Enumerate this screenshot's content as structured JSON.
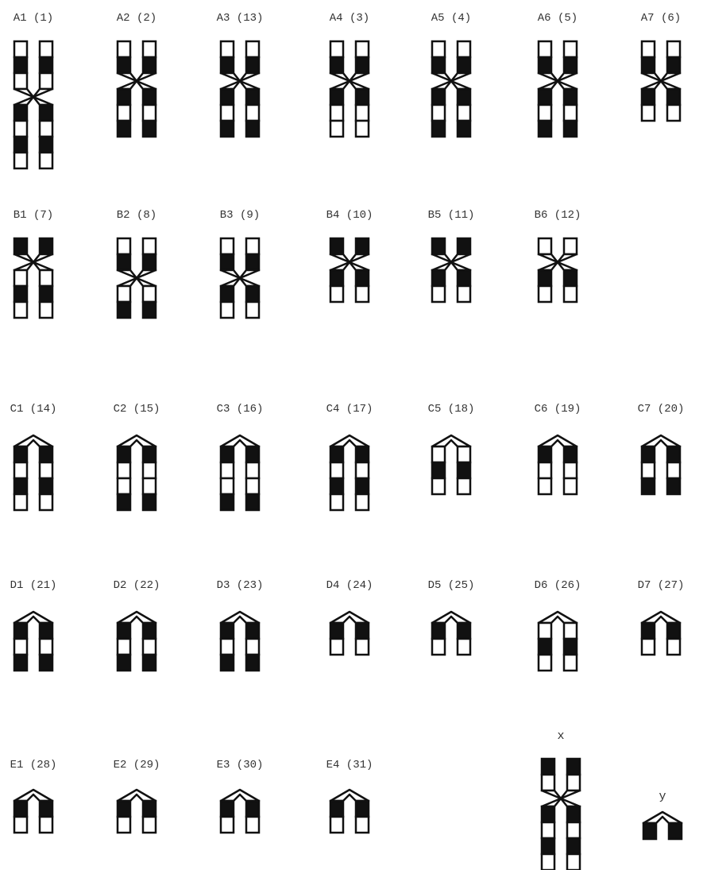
{
  "rows": [
    {
      "group": "A",
      "chromosomes": [
        {
          "label": "A1 (1)",
          "type": "x",
          "arms": [
            3,
            4
          ],
          "bands": [
            [
              0,
              1,
              0
            ],
            [
              1,
              0,
              1,
              0
            ]
          ]
        },
        {
          "label": "A2 (2)",
          "type": "x",
          "arms": [
            2,
            3
          ],
          "bands": [
            [
              0,
              1
            ],
            [
              1,
              0,
              1
            ]
          ]
        },
        {
          "label": "A3 (13)",
          "type": "x",
          "arms": [
            2,
            3
          ],
          "bands": [
            [
              0,
              1
            ],
            [
              1,
              0,
              1
            ]
          ]
        },
        {
          "label": "A4 (3)",
          "type": "x",
          "arms": [
            2,
            3
          ],
          "bands": [
            [
              0,
              1
            ],
            [
              1,
              0,
              0
            ]
          ]
        },
        {
          "label": "A5 (4)",
          "type": "x",
          "arms": [
            2,
            3
          ],
          "bands": [
            [
              0,
              1
            ],
            [
              1,
              0,
              1
            ]
          ]
        },
        {
          "label": "A6 (5)",
          "type": "x",
          "arms": [
            2,
            3
          ],
          "bands": [
            [
              0,
              1
            ],
            [
              1,
              0,
              1
            ]
          ]
        },
        {
          "label": "A7 (6)",
          "type": "x",
          "arms": [
            2,
            2
          ],
          "bands": [
            [
              0,
              1
            ],
            [
              1,
              0
            ]
          ]
        }
      ]
    },
    {
      "group": "B",
      "chromosomes": [
        {
          "label": "B1 (7)",
          "type": "x",
          "arms": [
            1,
            3
          ],
          "bands": [
            [
              1
            ],
            [
              0,
              1,
              0
            ]
          ]
        },
        {
          "label": "B2 (8)",
          "type": "x",
          "arms": [
            2,
            2
          ],
          "bands": [
            [
              0,
              1
            ],
            [
              0,
              1
            ]
          ]
        },
        {
          "label": "B3 (9)",
          "type": "x",
          "arms": [
            2,
            2
          ],
          "bands": [
            [
              0,
              1
            ],
            [
              1,
              0
            ]
          ]
        },
        {
          "label": "B4 (10)",
          "type": "x",
          "arms": [
            1,
            2
          ],
          "bands": [
            [
              1
            ],
            [
              1,
              0
            ]
          ]
        },
        {
          "label": "B5 (11)",
          "type": "x",
          "arms": [
            1,
            2
          ],
          "bands": [
            [
              1
            ],
            [
              1,
              0
            ]
          ]
        },
        {
          "label": "B6 (12)",
          "type": "x",
          "arms": [
            1,
            2
          ],
          "bands": [
            [
              0
            ],
            [
              1,
              0
            ]
          ]
        }
      ]
    },
    {
      "group": "C",
      "chromosomes": [
        {
          "label": "C1 (14)",
          "type": "u",
          "arms": [
            4
          ],
          "bands": [
            [
              1,
              0,
              1,
              0
            ]
          ]
        },
        {
          "label": "C2 (15)",
          "type": "u",
          "arms": [
            4
          ],
          "bands": [
            [
              1,
              0,
              0,
              1
            ]
          ]
        },
        {
          "label": "C3 (16)",
          "type": "u",
          "arms": [
            4
          ],
          "bands": [
            [
              1,
              0,
              0,
              1
            ]
          ]
        },
        {
          "label": "C4 (17)",
          "type": "u",
          "arms": [
            4
          ],
          "bands": [
            [
              1,
              0,
              1,
              0
            ]
          ]
        },
        {
          "label": "C5 (18)",
          "type": "u",
          "arms": [
            3
          ],
          "bands": [
            [
              0,
              1,
              0
            ]
          ]
        },
        {
          "label": "C6 (19)",
          "type": "u",
          "arms": [
            3
          ],
          "bands": [
            [
              1,
              0,
              0
            ]
          ]
        },
        {
          "label": "C7 (20)",
          "type": "u",
          "arms": [
            3
          ],
          "bands": [
            [
              1,
              0,
              1
            ]
          ]
        }
      ]
    },
    {
      "group": "D",
      "chromosomes": [
        {
          "label": "D1 (21)",
          "type": "u",
          "arms": [
            3
          ],
          "bands": [
            [
              1,
              0,
              1
            ]
          ]
        },
        {
          "label": "D2 (22)",
          "type": "u",
          "arms": [
            3
          ],
          "bands": [
            [
              1,
              0,
              1
            ]
          ]
        },
        {
          "label": "D3 (23)",
          "type": "u",
          "arms": [
            3
          ],
          "bands": [
            [
              1,
              0,
              1
            ]
          ]
        },
        {
          "label": "D4 (24)",
          "type": "u",
          "arms": [
            2
          ],
          "bands": [
            [
              1,
              0
            ]
          ]
        },
        {
          "label": "D5 (25)",
          "type": "u",
          "arms": [
            2
          ],
          "bands": [
            [
              1,
              0
            ]
          ]
        },
        {
          "label": "D6 (26)",
          "type": "u",
          "arms": [
            3
          ],
          "bands": [
            [
              0,
              1,
              0
            ]
          ]
        },
        {
          "label": "D7 (27)",
          "type": "u",
          "arms": [
            2
          ],
          "bands": [
            [
              1,
              0
            ]
          ]
        }
      ]
    },
    {
      "group": "E",
      "chromosomes": [
        {
          "label": "E1 (28)",
          "type": "u",
          "arms": [
            2
          ],
          "bands": [
            [
              1,
              0
            ]
          ]
        },
        {
          "label": "E2 (29)",
          "type": "u",
          "arms": [
            2
          ],
          "bands": [
            [
              1,
              0
            ]
          ]
        },
        {
          "label": "E3 (30)",
          "type": "u",
          "arms": [
            2
          ],
          "bands": [
            [
              1,
              0
            ]
          ]
        },
        {
          "label": "E4 (31)",
          "type": "u",
          "arms": [
            2
          ],
          "bands": [
            [
              1,
              0
            ]
          ]
        }
      ]
    }
  ],
  "sex_chromosomes": [
    {
      "label": "x",
      "type": "x",
      "arms": [
        2,
        4
      ],
      "bands": [
        [
          1,
          0
        ],
        [
          1,
          0,
          1,
          0
        ]
      ]
    },
    {
      "label": "y",
      "type": "u",
      "arms": [
        1
      ],
      "bands": [
        [
          1
        ]
      ]
    }
  ],
  "colors": {
    "ink": "#111111",
    "paper": "#ffffff",
    "text": "#333333"
  }
}
